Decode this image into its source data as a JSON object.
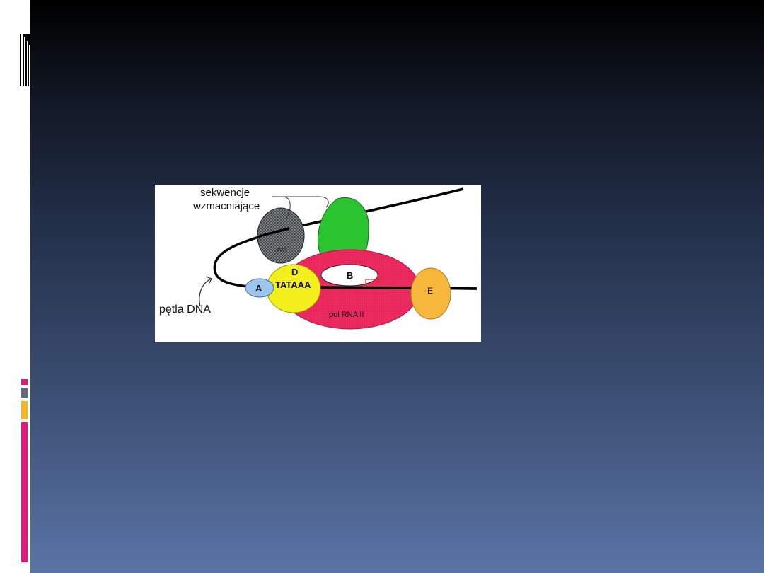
{
  "slide": {
    "colors": {
      "background_top": "#000000",
      "background_bottom": "#5a74a6",
      "rail": "#ffffff",
      "accent_magenta": "#e5167e",
      "accent_slate": "#5f6b82",
      "accent_amber": "#f5b51b"
    },
    "icons": [
      "stripe-decoration"
    ]
  },
  "diagram": {
    "labels": {
      "enhancer": [
        "sekwencje",
        "wzmacniające"
      ],
      "loop": "pętla DNA",
      "factor_a": "A",
      "factor_d": "D",
      "tata": "TATAAA",
      "factor_b": "B",
      "factor_e": "E",
      "polymerase": "pol RNA II",
      "activator": "Act"
    },
    "colors": {
      "pol_rna": "#e8245a",
      "factor_d": "#f2ef1c",
      "factor_a": "#9cc6ef",
      "factor_e": "#f6b73c",
      "green_protein": "#29c42f",
      "activator": "#6e7275",
      "start_arrow": "#d9302c"
    }
  }
}
